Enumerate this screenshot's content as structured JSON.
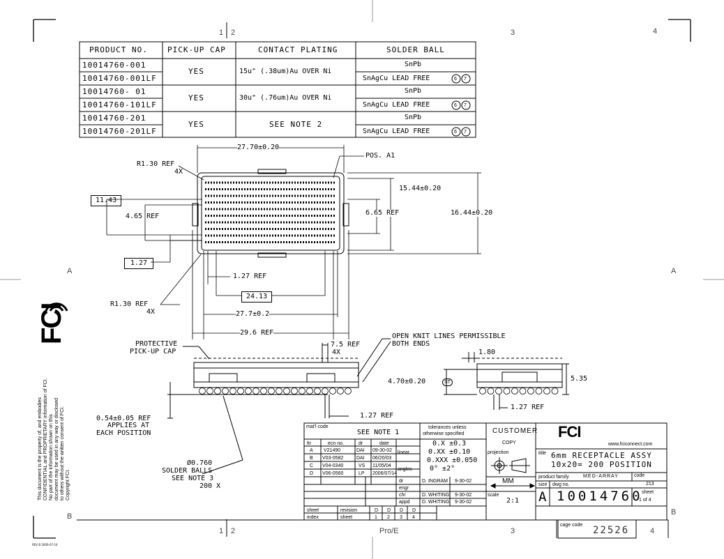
{
  "zones": {
    "top": [
      "1",
      "2",
      "3",
      "4"
    ],
    "bottom": [
      "1",
      "2",
      "3",
      "4"
    ],
    "left": [
      "A",
      "B"
    ],
    "right": [
      "A",
      "B"
    ],
    "pro_e": "Pro/E"
  },
  "product_table": {
    "headers": [
      "PRODUCT NO.",
      "PICK-UP CAP",
      "CONTACT PLATING",
      "SOLDER BALL"
    ],
    "groups": [
      {
        "parts": [
          "10014760-001",
          "10014760-001LF"
        ],
        "cap": "YES",
        "plating": "15u\" (.38um)Au OVER Ni",
        "balls": [
          "SnPb",
          "SnAgCu LEAD FREE"
        ]
      },
      {
        "parts": [
          "10014760- 01",
          "10014760-101LF"
        ],
        "cap": "YES",
        "plating": "30u\" (.76um)Au OVER Ni",
        "balls": [
          "SnPb",
          "SnAgCu LEAD FREE"
        ]
      },
      {
        "parts": [
          "10014760-201",
          "10014760-201LF"
        ],
        "cap": "YES",
        "plating": "SEE NOTE 2",
        "balls": [
          "SnPb",
          "SnAgCu LEAD FREE"
        ]
      }
    ],
    "note_circles": [
      "6",
      "7"
    ]
  },
  "dims": {
    "width_top": "27.70±0.20",
    "pos_a1": "POS. A1",
    "r130_top": "R1.30 REF",
    "r130_top_count": "4X",
    "d1143": "11.43",
    "d465": "4.65 REF",
    "d127_box": "1.27",
    "d1544": "15.44±0.20",
    "d665": "6.65 REF",
    "d1644": "16.44±0.20",
    "d127_ref": "1.27 REF",
    "d2413": "24.13",
    "r130_bottom": "R1.30 REF",
    "r130_bottom_count": "4X",
    "d277": "27.7±0.2",
    "d296": "29.6 REF",
    "protective": "PROTECTIVE",
    "pickup_cap": "PICK-UP CAP",
    "d75": "7.5 REF",
    "d75_count": "4X",
    "open_knit": "OPEN KNIT LINES PERMISSIBLE",
    "both_ends": "BOTH ENDS",
    "d180": "1.80",
    "d470": "4.70±0.20",
    "st": "ST",
    "d535": "5.35",
    "d127_side": "1.27 REF",
    "d127_front": "1.27 REF",
    "d054": "0.54±0.05 REF",
    "applies_at": "APPLIES AT",
    "each_pos": "EACH POSITION",
    "ball_dia": "Ø0.760",
    "solder_balls": "SOLDER BALLS",
    "see_note3": "SEE NOTE 3",
    "ball_count": "200 X"
  },
  "logo_text": "FCI",
  "proprietary": [
    "This document is the property of, and embodies",
    "CONFIDENTIAL and PROPRIETARY information of FCI.",
    "No part of the information shown on this",
    "document may be used in any way or disclosed",
    "to others without the written consent of FCI.",
    "Copyright FCI."
  ],
  "title_block": {
    "matl_code": "mat'l code",
    "see_note1": "SEE NOTE 1",
    "tolerances": "tolerances unless",
    "otherwise": "otherwise specified",
    "customer": "CUSTOMER",
    "copy": "COPY",
    "website": "www.fciconnect.com",
    "rev_headers": [
      "ltr",
      "ecn no.",
      "dr",
      "date"
    ],
    "revs": [
      [
        "A",
        "V21490",
        "DAI",
        "09-30-02"
      ],
      [
        "B",
        "V03-0582",
        "DAI",
        "06/20/03"
      ],
      [
        "C",
        "V04-0340",
        "VS",
        "11/05/04"
      ],
      [
        "D",
        "V06-0560",
        "LP",
        "2006/07/14"
      ]
    ],
    "tol_x": "0.X ±0.3",
    "tol_xx": "0.XX ±0.10",
    "tol_xxx": "0.XXX ±0.050",
    "tol_ang": "0° ±2°",
    "linear": "linear",
    "angles": "angles",
    "projection": "projection",
    "units": "MM",
    "scale_label": "scale",
    "scale": "2:1",
    "roles": [
      "dr",
      "engr",
      "chr",
      "appd"
    ],
    "role_names": [
      "D. INGRAM",
      "",
      "D. WHITING",
      "D. WHITING"
    ],
    "role_dates": [
      "9-30-02",
      "",
      "9-30-02",
      "9-30-02"
    ],
    "title_label": "title",
    "title1": "6mm RECEPTACLE ASSY",
    "title2": "10x20= 200 POSITION",
    "product_family_label": "product family",
    "product_family": "MEG-ARRAY",
    "code_label": "code",
    "code": "213",
    "size_label": "size",
    "dwg_label": "dwg no.",
    "size": "A",
    "dwg_no": "10014760",
    "sheet_label": "sheet",
    "sheet": "1 of 4",
    "sheet_rev": {
      "row1_label": "sheet",
      "row1_sub": "revision",
      "row2_label": "index",
      "row2_sub": "sheet",
      "revisions": [
        "D",
        "D",
        "D",
        "D"
      ],
      "sheets": [
        "1",
        "2",
        "3",
        "4"
      ]
    },
    "cage_label": "cage code",
    "cage": "22526"
  },
  "corner_stamp": "REV B 2006-07-14"
}
